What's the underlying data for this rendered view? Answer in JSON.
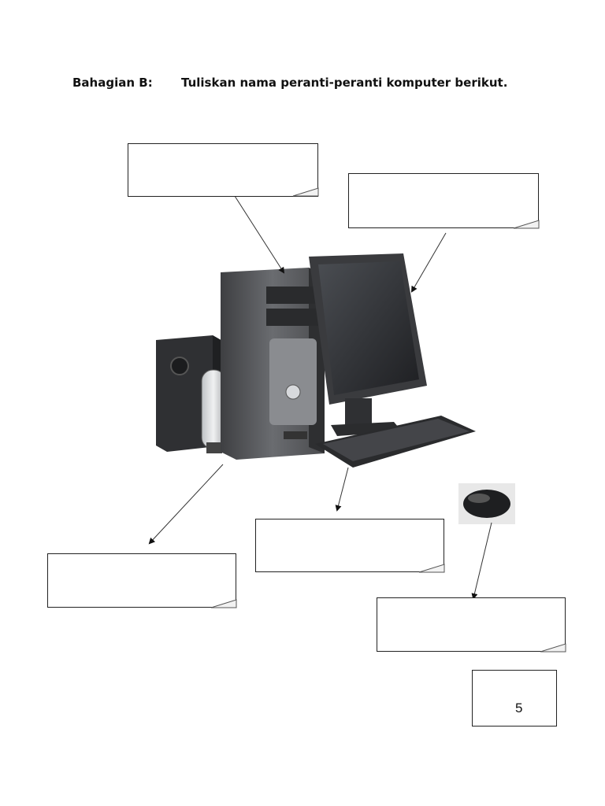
{
  "worksheet": {
    "section_label": "Bahagian B:",
    "instruction": "Tuliskan nama peranti-peranti komputer berikut.",
    "score": "5"
  },
  "answer_boxes": [
    {
      "id": "system-unit",
      "value": ""
    },
    {
      "id": "monitor",
      "value": ""
    },
    {
      "id": "speaker",
      "value": ""
    },
    {
      "id": "keyboard",
      "value": ""
    },
    {
      "id": "mouse",
      "value": ""
    }
  ],
  "illustration": {
    "subjects": [
      "computer-tower",
      "monitor",
      "speakers",
      "subwoofer",
      "keyboard",
      "mouse"
    ],
    "colors": {
      "case": "#5b5d60",
      "case_dark": "#3a3b3e",
      "panel": "#8c8e91",
      "screen": "#2a2c30"
    }
  }
}
